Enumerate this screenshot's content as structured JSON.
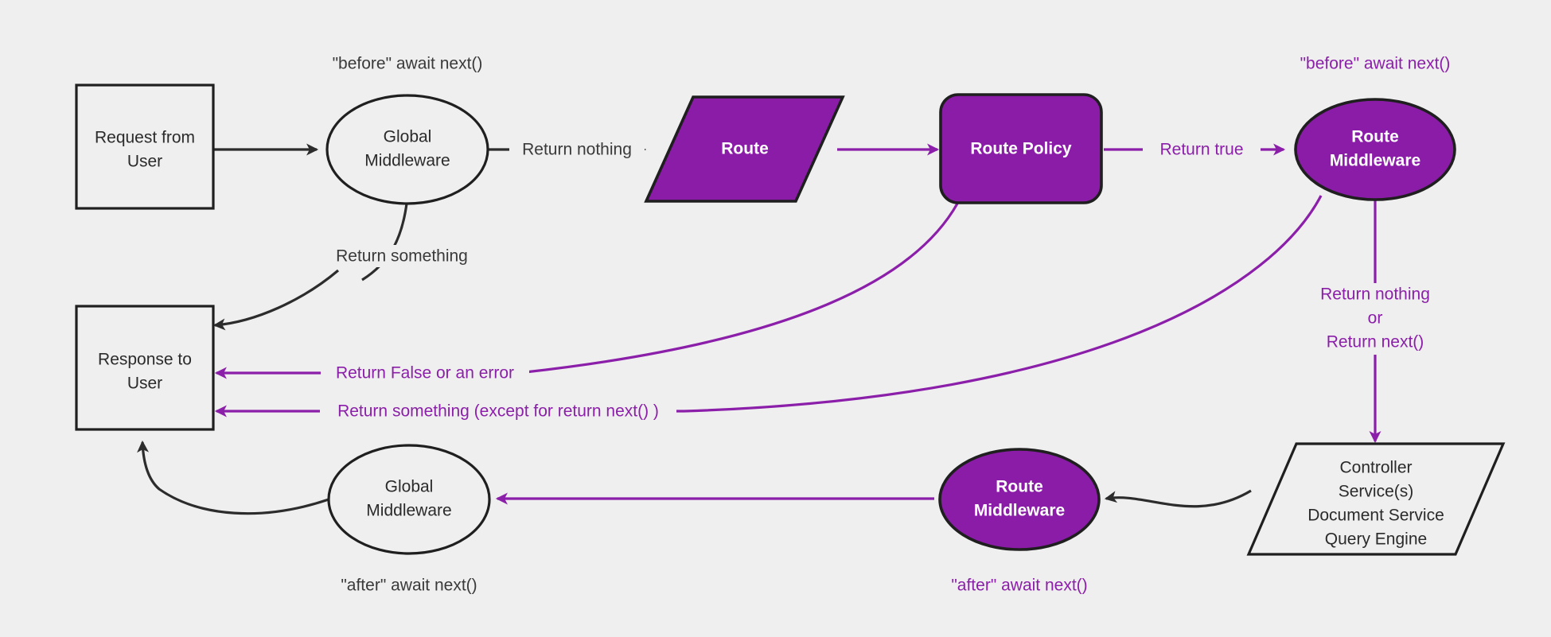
{
  "diagram": {
    "title": "Middleware request/response lifecycle flow",
    "background_color": "#efefef",
    "accent_purple": "#8a1ca8",
    "line_purple": "#8b1fa9",
    "line_dark": "#2c2c2c"
  },
  "nodes": {
    "request_from_user": {
      "line1": "Request from",
      "line2": "User",
      "shape": "rectangle",
      "style": "light"
    },
    "global_middleware_top": {
      "line1": "Global",
      "line2": "Middleware",
      "shape": "ellipse",
      "style": "light"
    },
    "route": {
      "line1": "Route",
      "shape": "parallelogram",
      "style": "purple"
    },
    "route_policy": {
      "line1": "Route Policy",
      "shape": "rounded-rectangle",
      "style": "purple"
    },
    "route_middleware_top": {
      "line1": "Route",
      "line2": "Middleware",
      "shape": "ellipse",
      "style": "purple"
    },
    "controller_stack": {
      "line1": "Controller",
      "line2": "Service(s)",
      "line3": "Document Service",
      "line4": "Query Engine",
      "shape": "parallelogram",
      "style": "light"
    },
    "route_middleware_bottom": {
      "line1": "Route",
      "line2": "Middleware",
      "shape": "ellipse",
      "style": "purple"
    },
    "global_middleware_bottom": {
      "line1": "Global",
      "line2": "Middleware",
      "shape": "ellipse",
      "style": "light"
    },
    "response_to_user": {
      "line1": "Response to",
      "line2": "User",
      "shape": "rectangle",
      "style": "light"
    }
  },
  "annotations": {
    "before_await_next_global": {
      "text": "\"before\" await next()",
      "color": "dark"
    },
    "before_await_next_route": {
      "text": "\"before\" await next()",
      "color": "purple"
    },
    "after_await_next_global": {
      "text": "\"after\" await next()",
      "color": "dark"
    },
    "after_await_next_route": {
      "text": "\"after\" await next()",
      "color": "purple"
    }
  },
  "edge_labels": {
    "return_nothing": {
      "text": "Return nothing",
      "color": "dark"
    },
    "return_something": {
      "text": "Return something",
      "color": "dark"
    },
    "return_true": {
      "text": "Return true",
      "color": "purple"
    },
    "return_false_or_error": {
      "text": "Return False or an error",
      "color": "purple"
    },
    "return_something_except_next": {
      "text": "Return something (except for return next() )",
      "color": "purple"
    },
    "return_nothing_or_next_1": {
      "text": "Return nothing",
      "color": "purple"
    },
    "return_nothing_or_next_2": {
      "text": "or",
      "color": "purple"
    },
    "return_nothing_or_next_3": {
      "text": "Return next()",
      "color": "purple"
    }
  }
}
